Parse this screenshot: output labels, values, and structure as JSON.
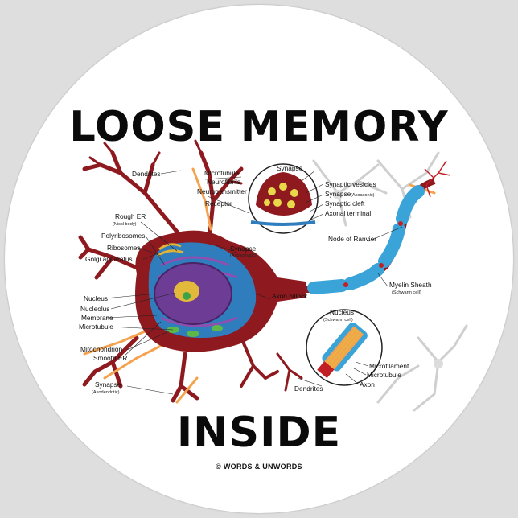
{
  "title_top": "LOOSE MEMORY",
  "title_bottom": "INSIDE",
  "copyright": "© WORDS & UNWORDS",
  "colors": {
    "soma": "#8e1a1f",
    "nucleus": "#6d3c95",
    "cytoplasm_blue": "#2f7dbd",
    "myelin": "#3aa3d8",
    "axon_orange": "#f4a24e",
    "nucleolus": "#e3b93c",
    "ghost_neurons": "#cfcfcf"
  },
  "labels": {
    "dendrites_top": "Dendrites",
    "microtubule_top": "Microtubule",
    "neurofibrils": "Neurofibrils",
    "neurotransmitter": "Neurotransmitter",
    "receptor": "Receptor",
    "synapse_top": "Synapse",
    "synaptic_vesicles": "Synaptic vesicles",
    "synapse_axoaxonic": "Synapse",
    "synapse_axoaxonic_sub": "(Axoaxonic)",
    "synaptic_cleft": "Synaptic cleft",
    "axonal_terminal": "Axonal terminal",
    "node_of_ranvier": "Node of Ranvier",
    "rough_er": "Rough ER",
    "rough_er_sub": "(Nissl body)",
    "polyribosomes": "Polyribosomes",
    "ribosomes": "Ribosomes",
    "golgi": "Golgi apparatus",
    "synapse_axosomatic": "Synapse",
    "synapse_axosomatic_sub": "(Axosomatic)",
    "myelin_sheath": "Myelin Sheath",
    "myelin_sheath_sub": "(Schwann cell)",
    "axon_hillock": "Axon hillock",
    "nucleus": "Nucleus",
    "nucleolus": "Nucleolus",
    "membrane": "Membrane",
    "microtubule_left": "Microtubule",
    "nucleus_schwann": "Nucleus",
    "nucleus_schwann_sub": "(Schwann cell)",
    "mitochondrion": "Mitochondrion",
    "smooth_er": "Smooth ER",
    "synapse_axodendritic": "Synapse",
    "synapse_axodendritic_sub": "(Axodendritic)",
    "microfilament": "Microfilament",
    "microtubule_right": "Microtubule",
    "axon": "Axon",
    "dendrites_bottom": "Dendrites"
  }
}
